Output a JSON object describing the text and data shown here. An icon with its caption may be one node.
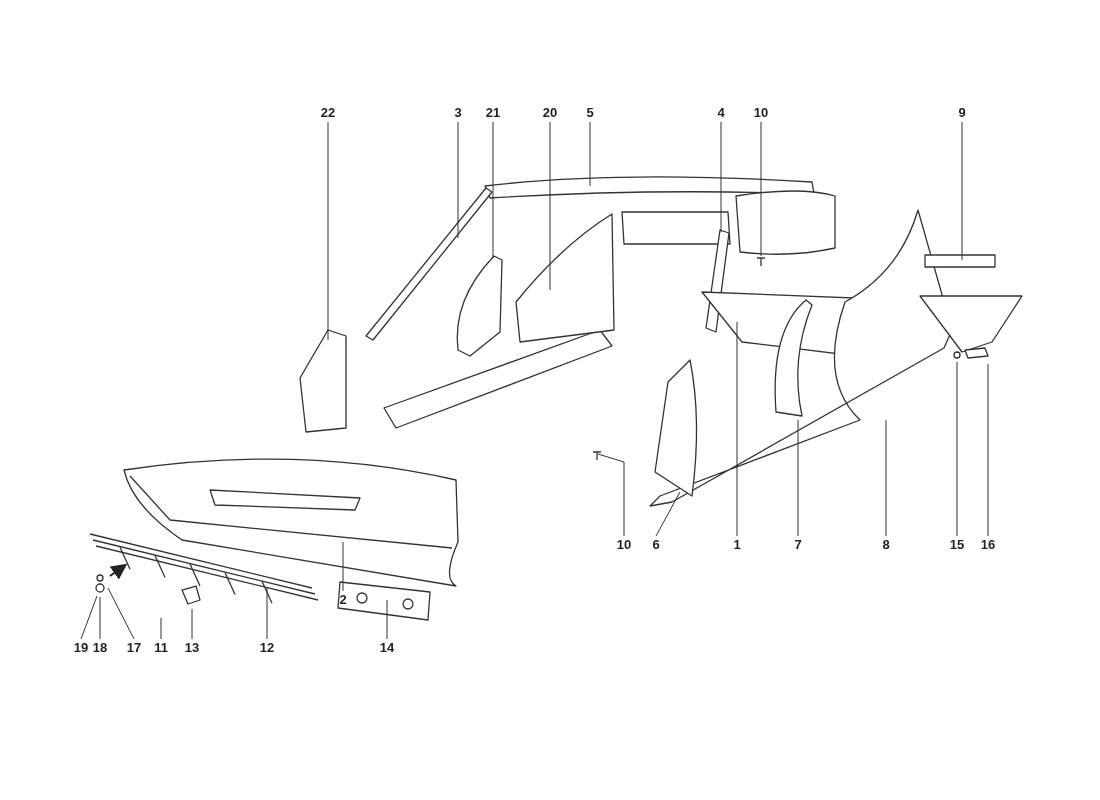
{
  "diagram": {
    "nodes": [
      {
        "text": [
          "22"
        ]
      },
      {
        "text": [
          "3"
        ]
      },
      {
        "text": [
          "21"
        ]
      },
      {
        "text": [
          "20"
        ]
      },
      {
        "text": [
          "5"
        ]
      },
      {
        "text": [
          "4"
        ]
      },
      {
        "text": [
          "10"
        ]
      },
      {
        "text": [
          "9"
        ]
      },
      {
        "text": [
          "10"
        ]
      },
      {
        "text": [
          "6"
        ]
      },
      {
        "text": [
          "1"
        ]
      },
      {
        "text": [
          "7"
        ]
      },
      {
        "text": [
          "8"
        ]
      },
      {
        "text": [
          "15"
        ]
      },
      {
        "text": [
          "16"
        ]
      },
      {
        "text": [
          "2"
        ]
      },
      {
        "text": [
          "19"
        ]
      },
      {
        "text": [
          "18"
        ]
      },
      {
        "text": [
          "17"
        ]
      },
      {
        "text": [
          "11"
        ]
      },
      {
        "text": [
          "13"
        ]
      },
      {
        "text": [
          "12"
        ]
      },
      {
        "text": [
          "14"
        ]
      }
    ],
    "edges": [
      {
        "from": 0,
        "to": null,
        "arrow": "none"
      },
      {
        "from": 1,
        "to": null,
        "arrow": "none"
      },
      {
        "from": 2,
        "to": null,
        "arrow": "none"
      },
      {
        "from": 3,
        "to": null,
        "arrow": "none"
      },
      {
        "from": 4,
        "to": null,
        "arrow": "none"
      },
      {
        "from": 5,
        "to": null,
        "arrow": "none"
      },
      {
        "from": 6,
        "to": null,
        "arrow": "none"
      },
      {
        "from": 7,
        "to": null,
        "arrow": "none"
      },
      {
        "from": 8,
        "to": null,
        "arrow": "none"
      },
      {
        "from": 9,
        "to": null,
        "arrow": "none"
      },
      {
        "from": 10,
        "to": null,
        "arrow": "none"
      },
      {
        "from": 11,
        "to": null,
        "arrow": "none"
      },
      {
        "from": 12,
        "to": null,
        "arrow": "none"
      },
      {
        "from": 13,
        "to": null,
        "arrow": "none"
      },
      {
        "from": 14,
        "to": null,
        "arrow": "none"
      },
      {
        "from": 15,
        "to": null,
        "arrow": "none"
      },
      {
        "from": 16,
        "to": null,
        "arrow": "none"
      },
      {
        "from": 17,
        "to": null,
        "arrow": "none"
      },
      {
        "from": 18,
        "to": null,
        "arrow": "none"
      },
      {
        "from": 19,
        "to": null,
        "arrow": "none"
      },
      {
        "from": 20,
        "to": null,
        "arrow": "none"
      },
      {
        "from": 21,
        "to": null,
        "arrow": "none"
      },
      {
        "from": 22,
        "to": null,
        "arrow": "none"
      }
    ]
  }
}
